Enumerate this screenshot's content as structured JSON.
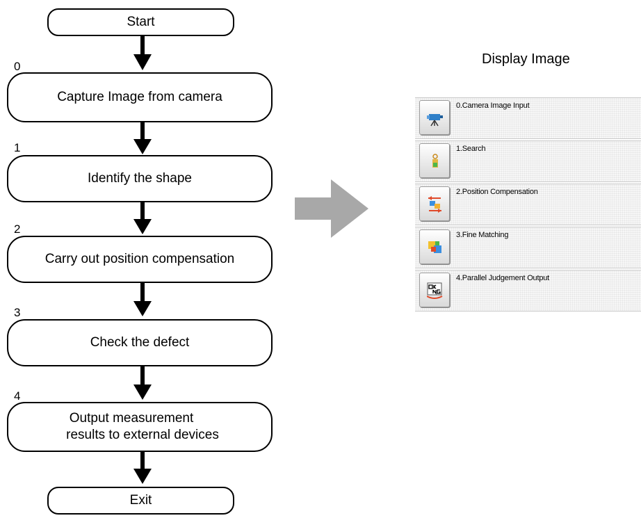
{
  "flowchart": {
    "start": "Start",
    "exit": "Exit",
    "steps": [
      {
        "number": "0",
        "text": "Capture Image from camera"
      },
      {
        "number": "1",
        "text": "Identify the shape"
      },
      {
        "number": "2",
        "text": "Carry out position compensation"
      },
      {
        "number": "3",
        "text": "Check the defect"
      },
      {
        "number": "4",
        "line1": "Output measurement",
        "line2": "results to external devices"
      }
    ]
  },
  "display": {
    "title": "Display Image",
    "items": [
      {
        "label": "0.Camera Image Input",
        "icon": "camera-icon"
      },
      {
        "label": "1.Search",
        "icon": "search-icon"
      },
      {
        "label": "2.Position Compensation",
        "icon": "position-compensation-icon"
      },
      {
        "label": "3.Fine Matching",
        "icon": "fine-matching-icon"
      },
      {
        "label": "4.Parallel Judgement Output",
        "icon": "parallel-output-icon"
      }
    ]
  },
  "colors": {
    "arrow": "#000000",
    "big_arrow": "#a8a8a8",
    "panel_border": "#c8c8c8"
  }
}
